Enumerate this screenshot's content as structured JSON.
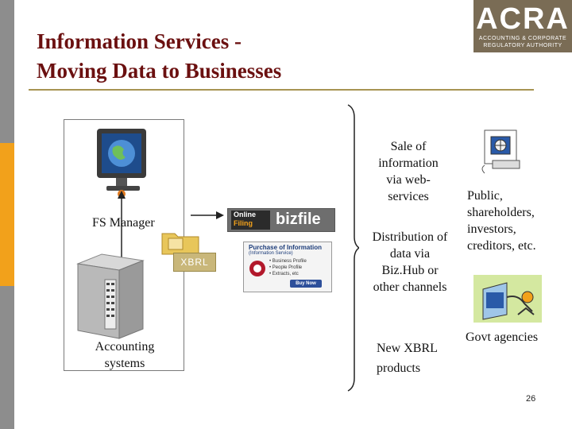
{
  "slide": {
    "title_line1": "Information Services -",
    "title_line2": "Moving Data to Businesses",
    "page_number": "26"
  },
  "logo": {
    "word": "ACRA",
    "tagline_line1": "ACCOUNTING & CORPORATE",
    "tagline_line2": "REGULATORY AUTHORITY"
  },
  "left_panel": {
    "fs_manager": "FS Manager",
    "accounting_line1": "Accounting",
    "accounting_line2": "systems",
    "xbrl": "XBRL"
  },
  "bizfile": {
    "online_line1": "Online",
    "online_line2": "Filing",
    "brand": "bizfile"
  },
  "purchase": {
    "title": "Purchase of Information",
    "subtitle": "(Information Service)",
    "items": [
      "Business Profile",
      "People Profile",
      "Extracts, etc"
    ],
    "button": "Buy Now"
  },
  "channels": {
    "sale_lines": [
      "Sale of",
      "information",
      "via web-",
      "services"
    ],
    "distribution_lines": [
      "Distribution of",
      "data via",
      "Biz.Hub or",
      "other channels"
    ],
    "new_xbrl_line1": "New XBRL",
    "new_xbrl_line2": "products"
  },
  "audiences": {
    "public_lines": [
      "Public,",
      "shareholders,",
      "investors,",
      "creditors, etc."
    ],
    "govt": "Govt agencies"
  },
  "colors": {
    "title": "#6b1010",
    "rule": "#a79452",
    "sidebar_orange": "#f2a11b",
    "sidebar_grey": "#8d8d8d",
    "logo_bg": "#7a6c55"
  }
}
